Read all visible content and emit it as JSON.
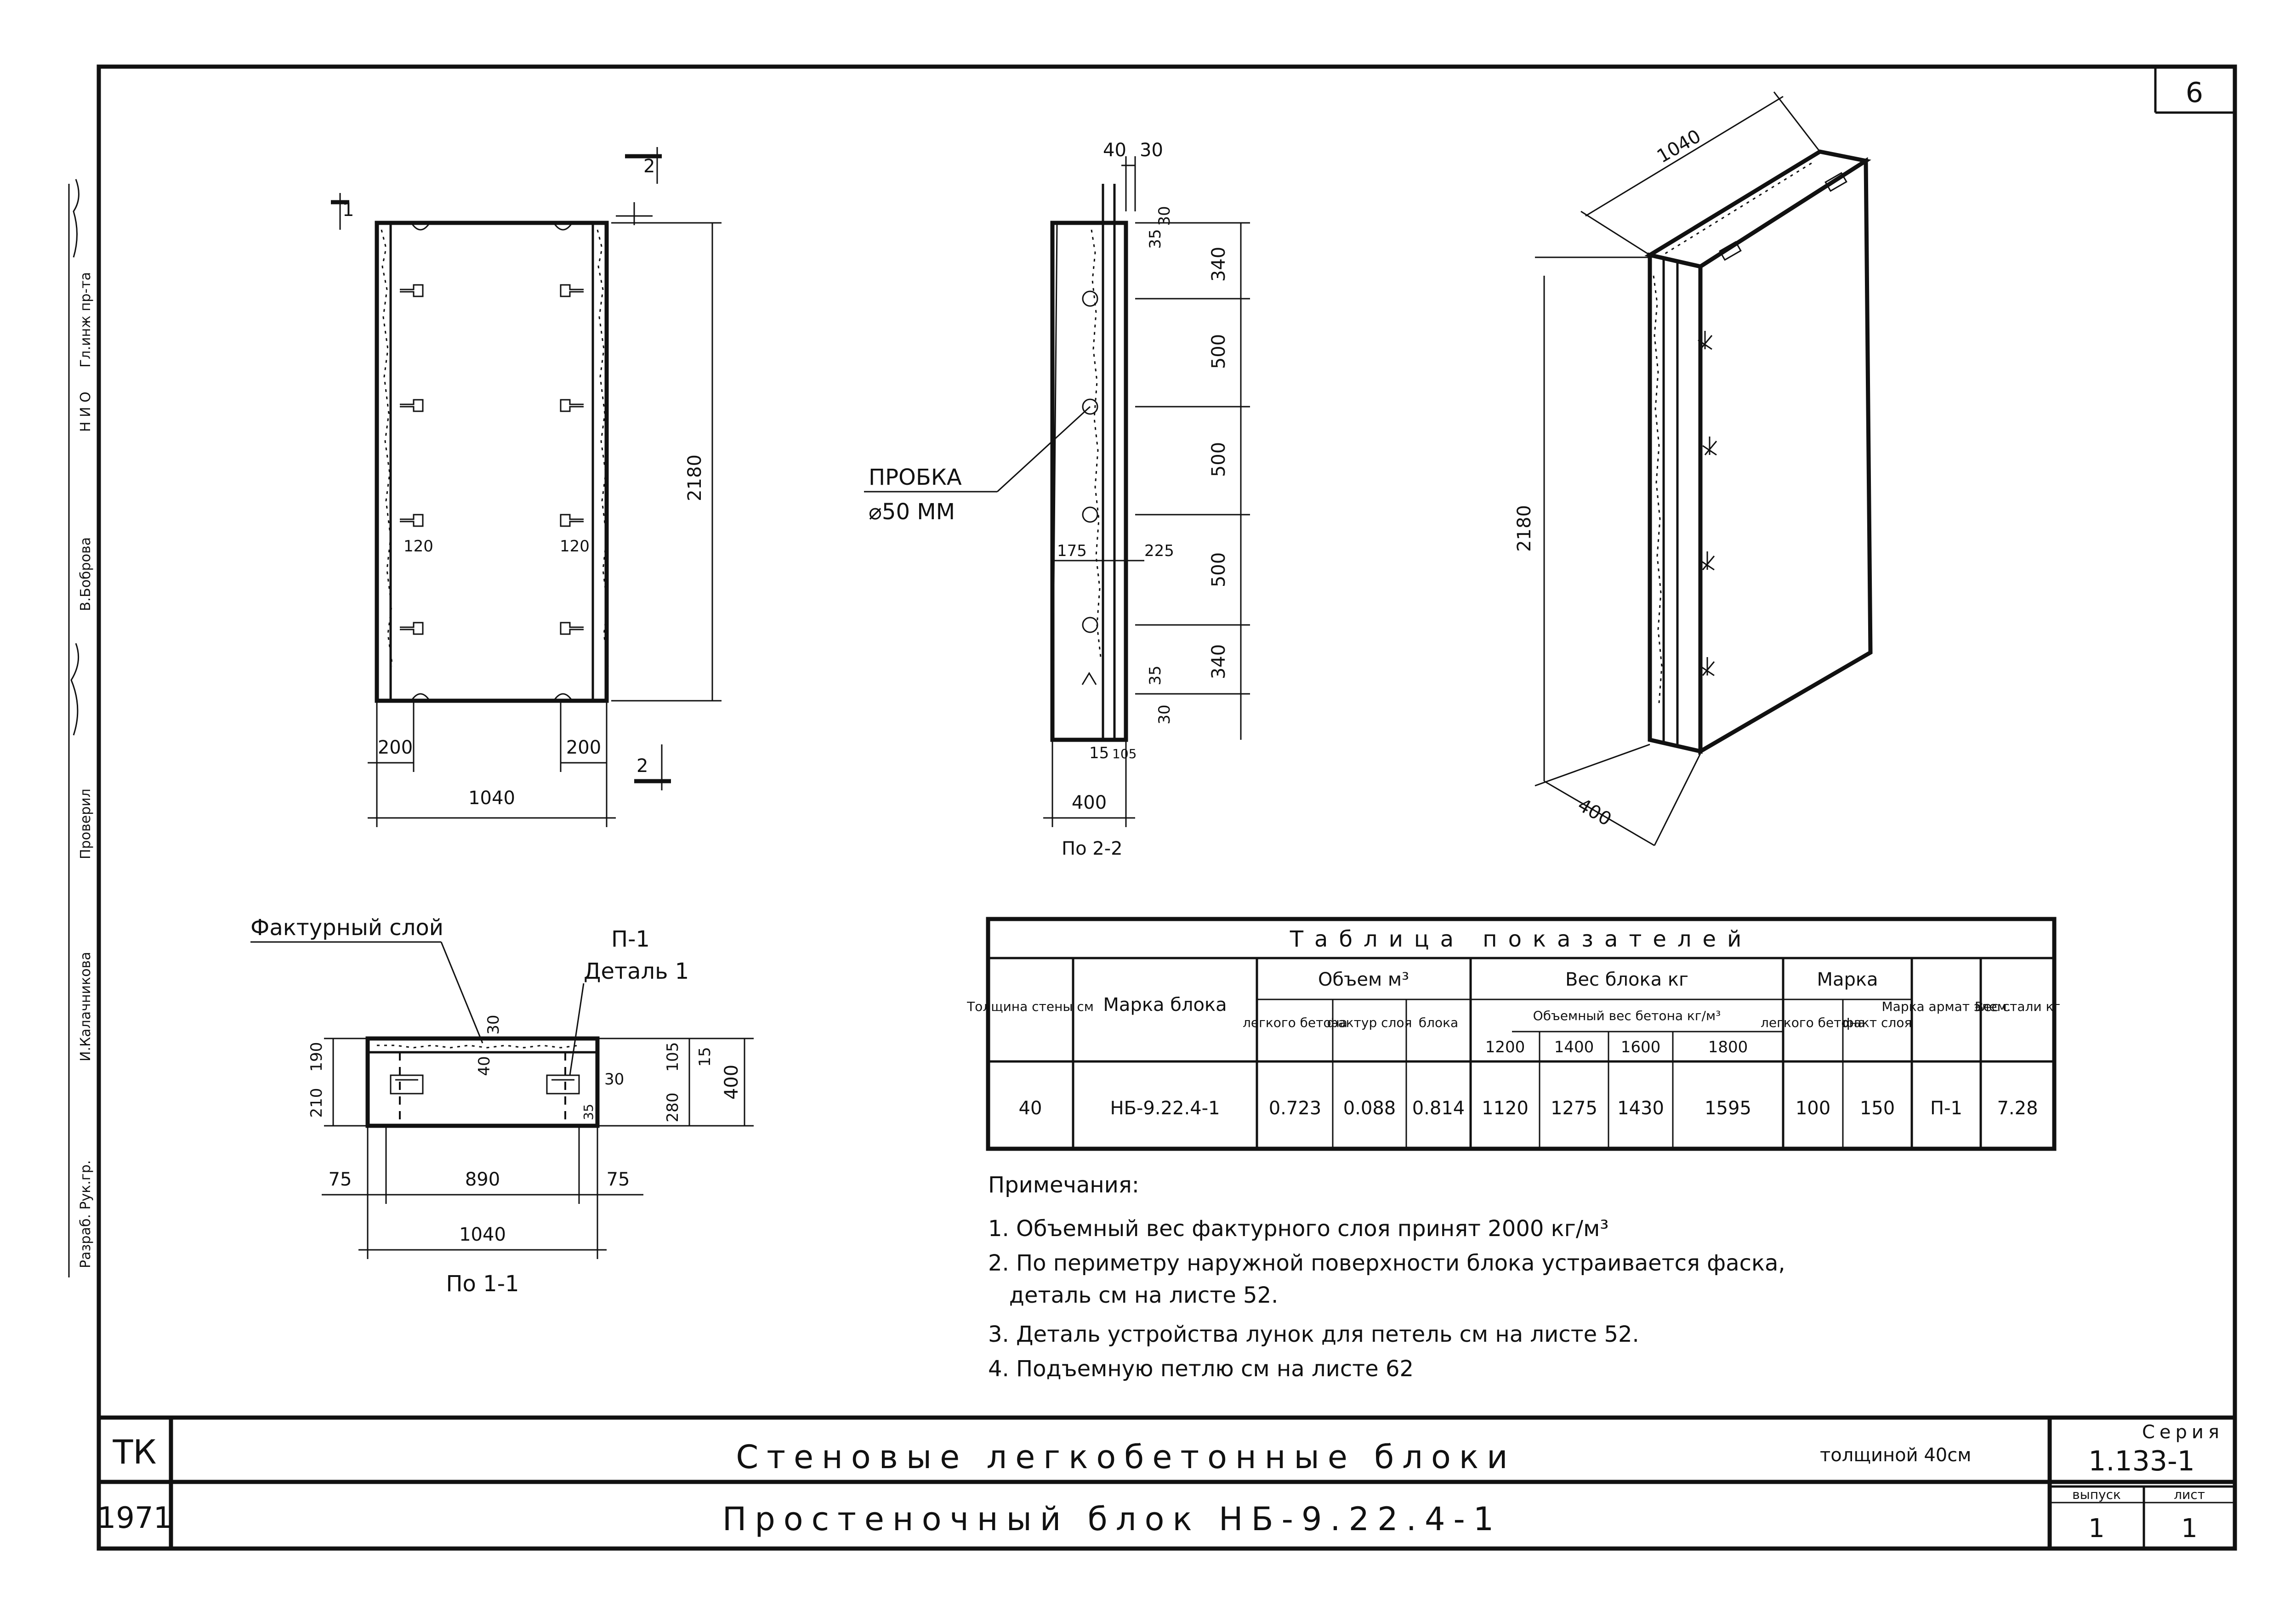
{
  "sheet_number": "6",
  "title_block": {
    "org": "ТК",
    "year": "1971",
    "title_line1": "Стеновые легкобетонные блоки",
    "title_line1_note": "толщиной 40см",
    "title_line2": "Простеночный блок НБ-9.22.4-1",
    "series_label": "Серия",
    "series_value": "1.133-1",
    "issue_label": "выпуск",
    "issue_value": "1",
    "sheet_label": "лист",
    "sheet_value": "1"
  },
  "side_stamp": {
    "items": [
      "Гл.инж пр-та",
      "Н И О",
      "В.Боброва",
      "Проверил",
      "И.Калачникова",
      "Разраб. Рук.гр."
    ]
  },
  "front_view": {
    "section_mark_top": "1",
    "section_mark_right_top": "2",
    "section_mark_bottom": "2",
    "dim_height": "2180",
    "dim_width": "1040",
    "dim_left": "200",
    "dim_right": "200",
    "dim_loop_left": "120",
    "dim_loop_right": "120"
  },
  "side_view": {
    "caption": "По 2-2",
    "dim_top_a": "40",
    "dim_top_b": "30",
    "dim_30_top": "30",
    "dim_35_top": "35",
    "dim_340_top": "340",
    "dim_500_a": "500",
    "dim_500_b": "500",
    "dim_500_c": "500",
    "dim_340_bottom": "340",
    "dim_35_bottom": "35",
    "dim_30_bottom": "30",
    "dim_175": "175",
    "dim_225": "225",
    "dim_15": "15",
    "dim_105": "105",
    "dim_width": "400",
    "plug_label_1": "ПРОБКА",
    "plug_label_2": "⌀50 ММ"
  },
  "iso_view": {
    "dim_length": "1040",
    "dim_height": "2180",
    "dim_width": "400"
  },
  "plan_view": {
    "caption": "По 1-1",
    "layer_label": "Фактурный слой",
    "detail_label_1": "П-1",
    "detail_label_2": "Деталь 1",
    "dim_210": "210",
    "dim_190": "190",
    "dim_30_top": "30",
    "dim_40": "40",
    "dim_30_right": "30",
    "dim_35": "35",
    "dim_105": "105",
    "dim_15": "15",
    "dim_280": "280",
    "dim_400": "400",
    "dim_75_left": "75",
    "dim_890": "890",
    "dim_75_right": "75",
    "dim_1040": "1040"
  },
  "table": {
    "title": "Таблица показателей",
    "headers": {
      "thickness": "Толщина стены см",
      "mark": "Марка блока",
      "volume": "Объем м³",
      "volume_light": "легкого бетона",
      "volume_face": "фактур слоя",
      "volume_block": "блока",
      "weight": "Вес блока кг",
      "weight_sub": "Объемный вес бетона кг/м³",
      "w1200": "1200",
      "w1400": "1400",
      "w1600": "1600",
      "w1800": "1800",
      "grade": "Марка",
      "grade_light": "легкого бетона",
      "grade_face": "факт слоя",
      "rebar": "Марка армат элем.",
      "steel": "Вес стали кг"
    },
    "row": {
      "thickness": "40",
      "mark": "НБ-9.22.4-1",
      "volume_light": "0.723",
      "volume_face": "0.088",
      "volume_block": "0.814",
      "w1200": "1120",
      "w1400": "1275",
      "w1600": "1430",
      "w1800": "1595",
      "grade_light": "100",
      "grade_face": "150",
      "rebar": "П-1",
      "steel": "7.28"
    }
  },
  "notes": {
    "heading": "Примечания:",
    "items": [
      "1. Объемный вес фактурного слоя принят 2000 кг/м³",
      "2. По периметру наружной поверхности блока устраивается фаска,",
      "   деталь см на листе 52.",
      "3. Деталь устройства лунок для петель см на листе 52.",
      "4. Подъемную петлю см на листе 62"
    ]
  }
}
